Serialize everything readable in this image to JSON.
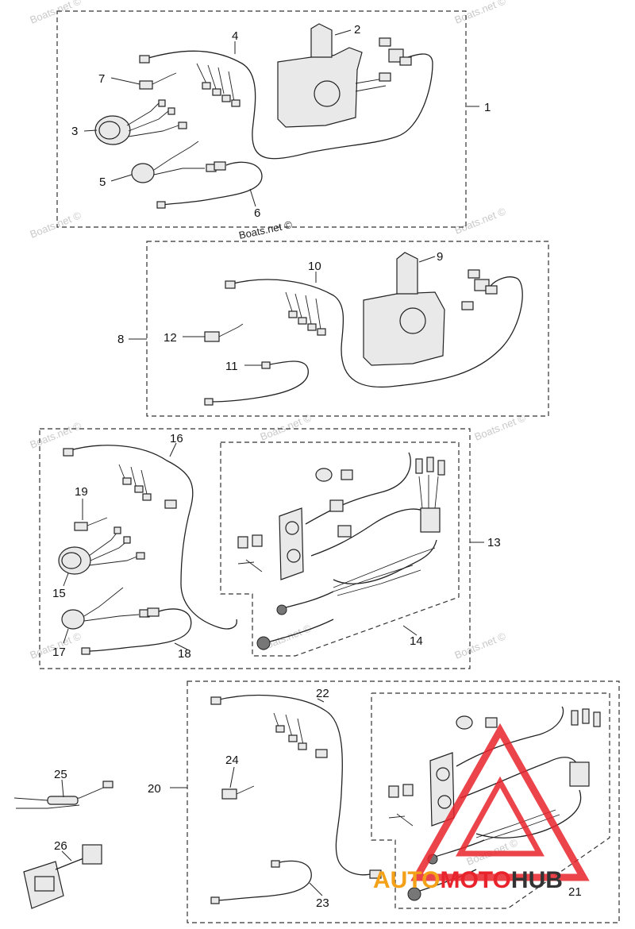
{
  "watermark_text": "Boats.net ©",
  "logo": {
    "part1": "AUTO",
    "part2": "MOTO",
    "part3": "HUB"
  },
  "callouts": [
    "1",
    "2",
    "3",
    "4",
    "5",
    "6",
    "7",
    "8",
    "9",
    "10",
    "11",
    "12",
    "13",
    "14",
    "15",
    "16",
    "17",
    "18",
    "19",
    "20",
    "21",
    "22",
    "23",
    "24",
    "25",
    "26"
  ],
  "colors": {
    "line": "#222222",
    "logo_red": "#e8232b",
    "logo_orange": "#f4a11a",
    "watermark": "#c9c9c9"
  }
}
